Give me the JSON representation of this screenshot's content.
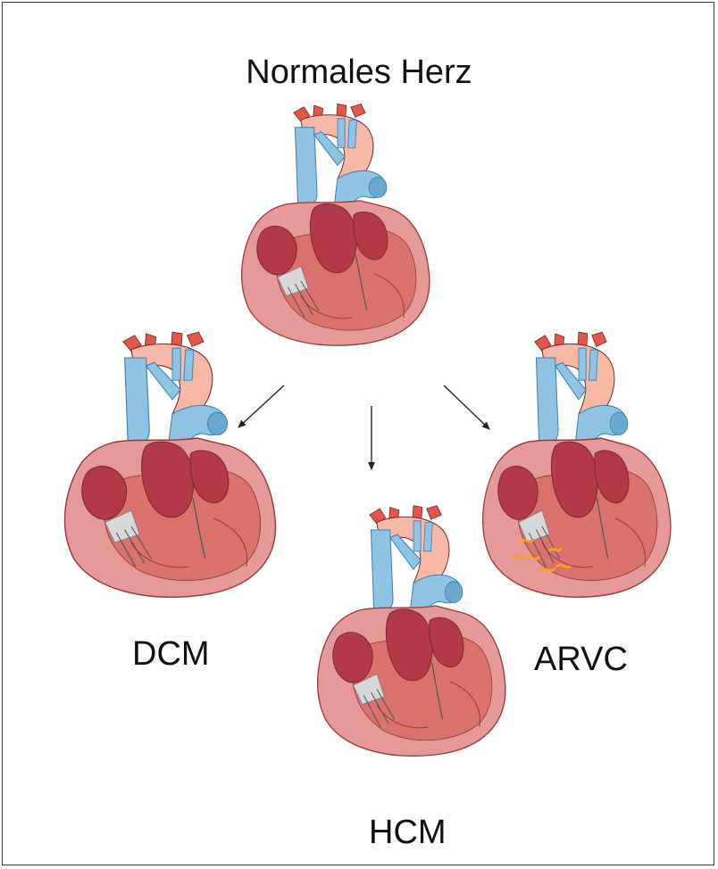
{
  "title": "Normales Herz",
  "labels": {
    "dcm": "DCM",
    "hcm": "HCM",
    "arvc": "ARVC"
  },
  "colors": {
    "vessel_blue": "#8ec3e4",
    "vessel_blue_dark": "#3b7fae",
    "aorta_red": "#e3564a",
    "aorta_light": "#f7b8a5",
    "chamber_dark": "#b23a48",
    "myocardium": "#e59a99",
    "myocardium_dark": "#c9605f",
    "fat_orange": "#f3a21d",
    "outline": "#7a2a30",
    "arrow": "#222222"
  }
}
